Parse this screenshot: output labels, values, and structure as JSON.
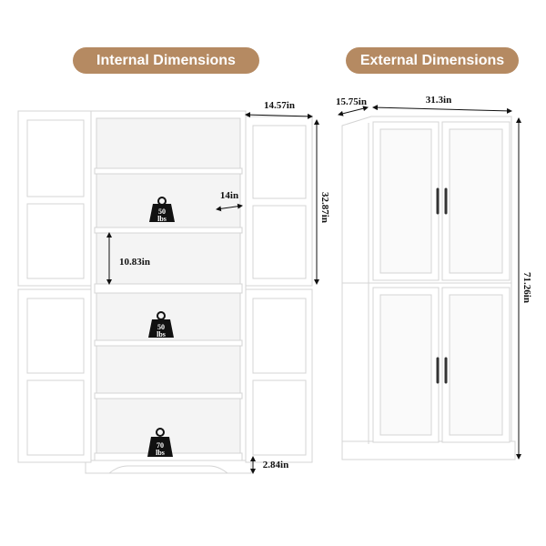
{
  "headers": {
    "internal": "Internal Dimensions",
    "external": "External Dimensions"
  },
  "internal": {
    "depth": "14.57in",
    "shelf_depth": "14in",
    "shelf_gap": "10.83in",
    "upper_height": "32.87in",
    "base_height": "2.84in",
    "weights": [
      {
        "value": "50",
        "unit": "lbs"
      },
      {
        "value": "50",
        "unit": "lbs"
      },
      {
        "value": "70",
        "unit": "lbs"
      }
    ]
  },
  "external": {
    "depth": "15.75in",
    "width": "31.3in",
    "height": "71.26in"
  },
  "colors": {
    "accent": "#b58a62",
    "cabinet": "#ffffff",
    "outline": "#d6d6d6"
  }
}
